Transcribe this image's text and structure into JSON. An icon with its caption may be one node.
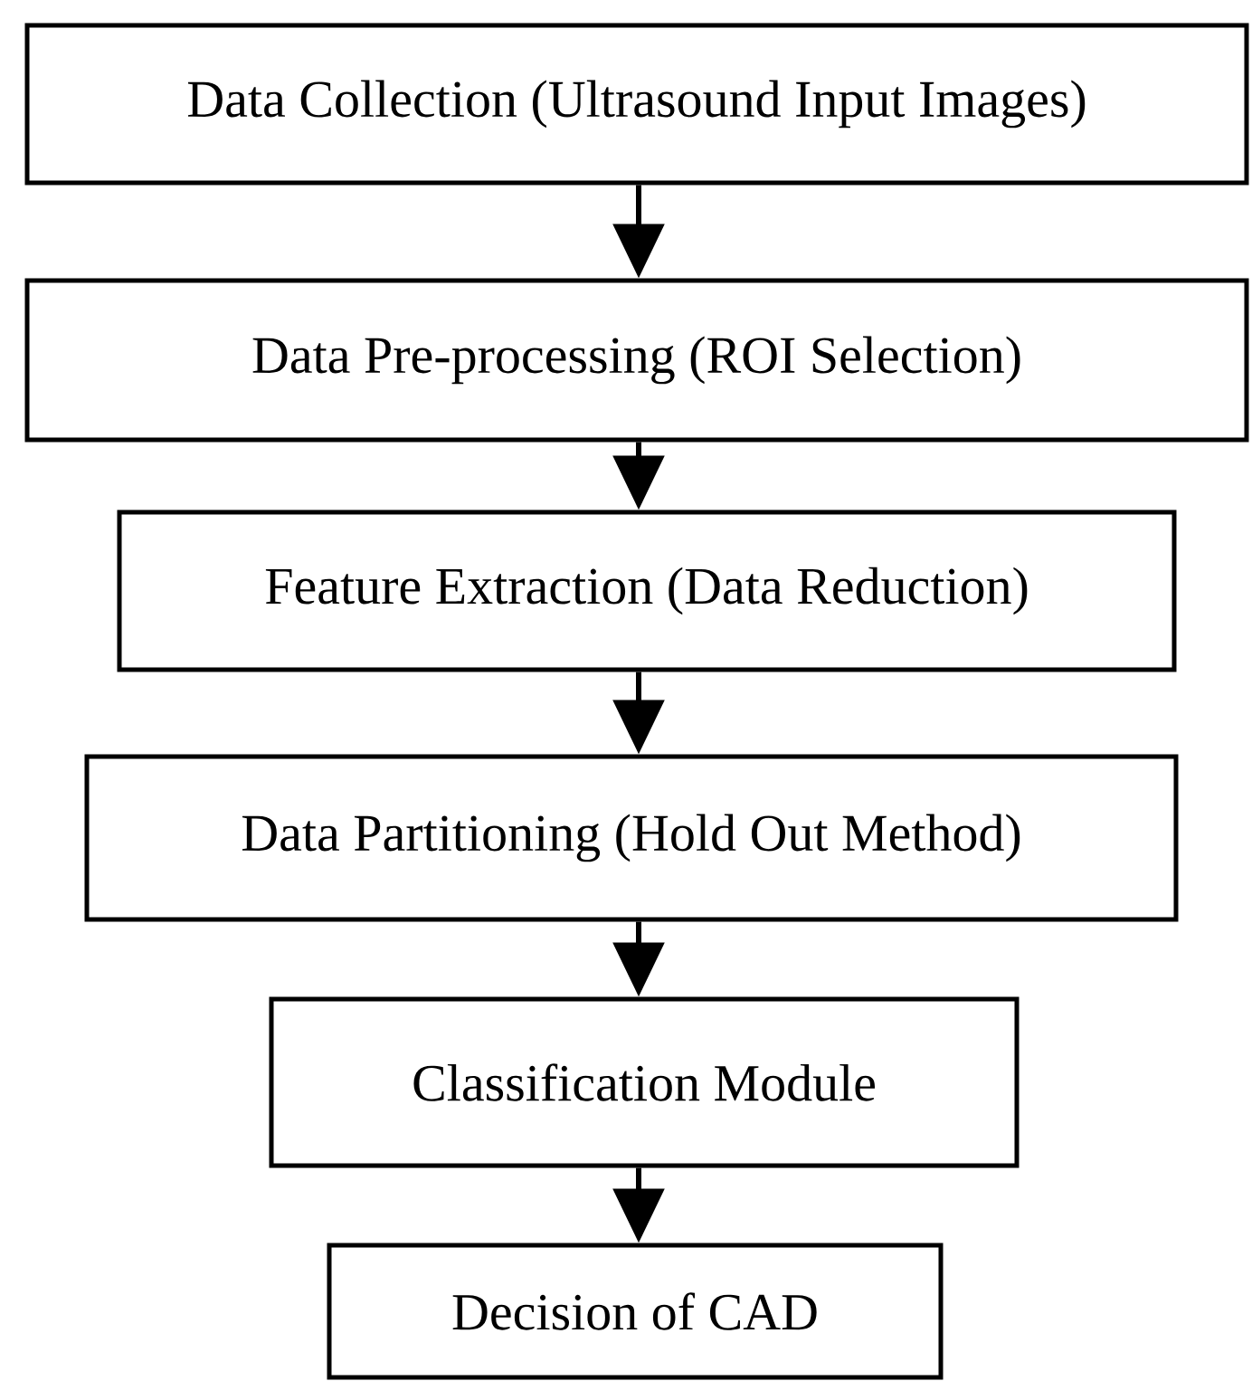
{
  "diagram": {
    "nodes": [
      {
        "text": [
          "Data Collection (Ultrasound Input Images)"
        ]
      },
      {
        "text": [
          "Data Pre-processing (ROI Selection)"
        ]
      },
      {
        "text": [
          "Feature Extraction (Data Reduction)"
        ]
      },
      {
        "text": [
          "Data Partitioning (Hold Out Method)"
        ]
      },
      {
        "text": [
          "Classification Module"
        ]
      },
      {
        "text": [
          "Decision of CAD"
        ]
      }
    ],
    "edges": [
      {
        "from": 0,
        "to": 1,
        "arrow": "to"
      },
      {
        "from": 1,
        "to": 2,
        "arrow": "to"
      },
      {
        "from": 2,
        "to": 3,
        "arrow": "to"
      },
      {
        "from": 3,
        "to": 4,
        "arrow": "to"
      },
      {
        "from": 4,
        "to": 5,
        "arrow": "to"
      }
    ]
  }
}
